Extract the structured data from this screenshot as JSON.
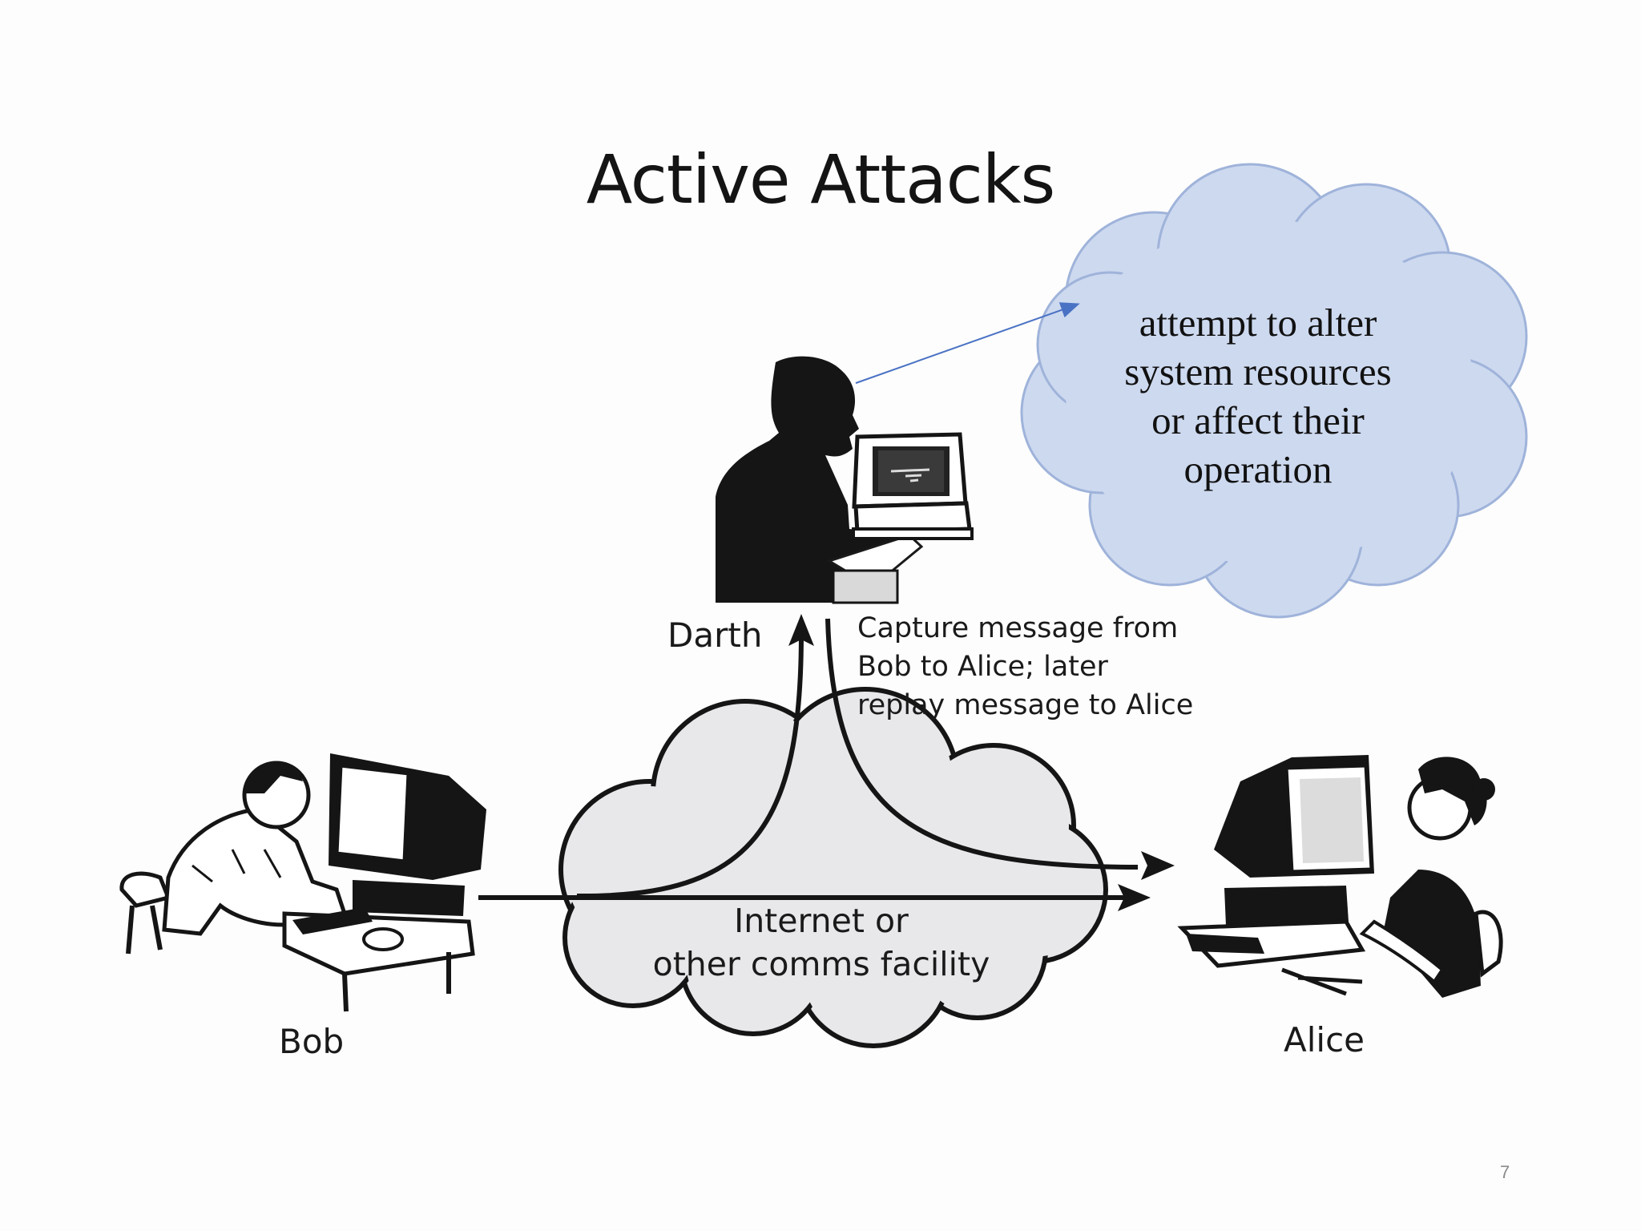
{
  "slide": {
    "title": "Active Attacks",
    "page_number": "7"
  },
  "callout": {
    "lines": [
      "attempt to alter",
      "system resources",
      "or affect their",
      "operation"
    ],
    "fill_color": "#cdd9ef",
    "stroke_color": "#9fb3da",
    "arrow_color": "#4a72c4"
  },
  "diagram": {
    "attacker_label": "Darth",
    "sender_label": "Bob",
    "receiver_label": "Alice",
    "capture_lines": [
      "Capture message from",
      "Bob to Alice; later",
      "replay message to Alice"
    ],
    "network_lines": [
      "Internet or",
      "other comms facility"
    ],
    "network_fill": "#e8e7ea"
  }
}
